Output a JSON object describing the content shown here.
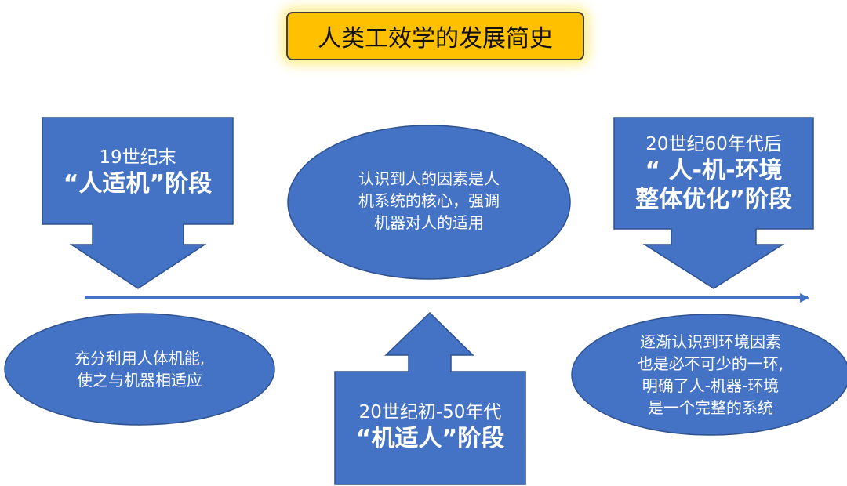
{
  "title": "人类工效学的发展简史",
  "stages": [
    {
      "period": "19世纪末",
      "name_lines": [
        "“人适机”阶段"
      ]
    },
    {
      "period": "20世纪初-50年代",
      "name_lines": [
        "“机适人”阶段"
      ]
    },
    {
      "period": "20世纪60年代后",
      "name_lines": [
        "“ 人-机-环境",
        "整体优化”阶段"
      ]
    }
  ],
  "descriptions": [
    {
      "lines": [
        "充分利用人体机能,",
        "使之与机器相适应"
      ]
    },
    {
      "lines": [
        "认识到人的因素是人",
        "机系统的核心，强调",
        "机器对人的适用"
      ]
    },
    {
      "lines": [
        "逐渐认识到环境因素",
        "也是必不可少的一环,",
        "明确了人-机器-环境",
        "是一个完整的系统"
      ]
    }
  ],
  "colors": {
    "shape_fill": "#4472c4",
    "shape_stroke": "#2f528f",
    "title_fill": "#ffc000",
    "text": "#ffffff"
  }
}
